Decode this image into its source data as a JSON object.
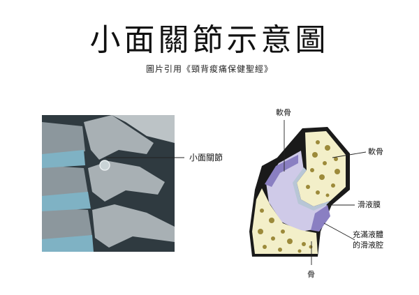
{
  "title": "小面關節示意圖",
  "subtitle": "圖片引用《頸背痠痛保健聖經》",
  "labels": {
    "facet_joint": "小面關節",
    "cartilage_top": "軟骨",
    "cartilage_right": "軟骨",
    "synovial_membrane": "滑液膜",
    "synovial_cavity_line1": "充滿液體",
    "synovial_cavity_line2": "的滑液腔",
    "bone": "骨"
  },
  "colors": {
    "disc_blue": "#7fb2c4",
    "bone_gray": "#9aa3a8",
    "bone_yellow": "#f3efc9",
    "membrane_purple": "#8a7fc2",
    "cavity_lavender": "#cfcae8",
    "outline_dark": "#1a1a1a"
  }
}
